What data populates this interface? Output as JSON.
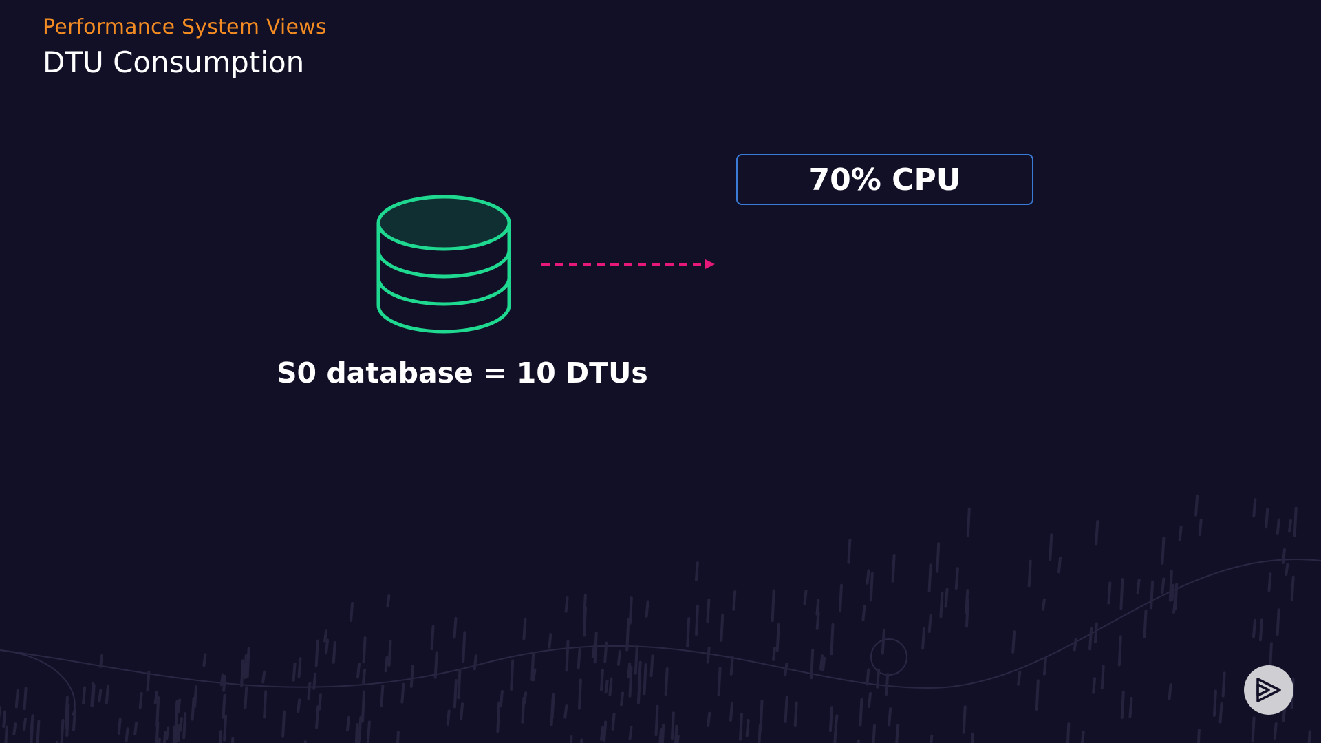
{
  "header": {
    "eyebrow": "Performance System Views",
    "title": "DTU Consumption"
  },
  "diagram": {
    "database_caption": "S0 database = 10 DTUs",
    "metric_label": "70% CPU",
    "database_icon": "database-icon",
    "arrow_icon": "dashed-arrow-icon"
  },
  "branding": {
    "logo_icon": "play-logo-icon"
  },
  "colors": {
    "background": "#121027",
    "eyebrow": "#f28b22",
    "database_stroke": "#1ed98f",
    "database_fill_top": "#0f2f33",
    "arrow": "#e6197a",
    "metric_border": "#3a7bd5"
  }
}
